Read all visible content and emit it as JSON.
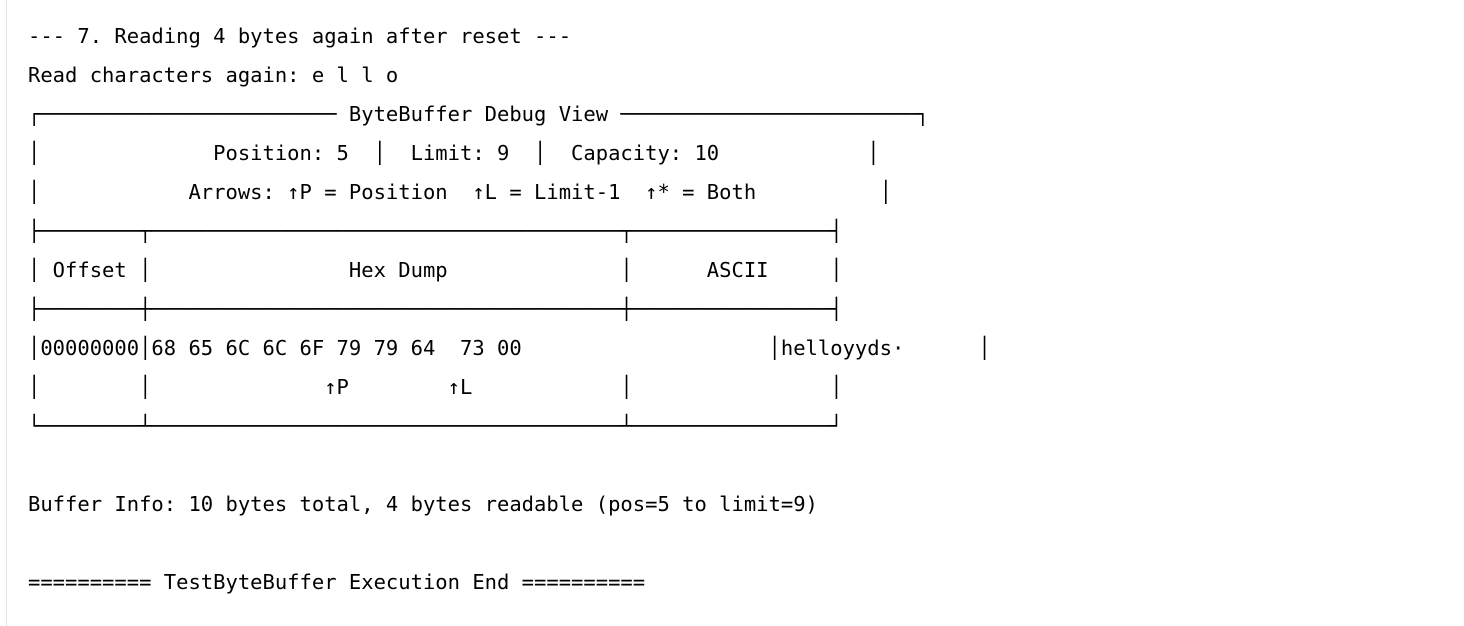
{
  "console": {
    "section_header": "--- 7. Reading 4 bytes again after reset ---",
    "read_result": "Read characters again: e l l o",
    "buffer_info": "Buffer Info: 10 bytes total, 4 bytes readable (pos=5 to limit=9)",
    "execution_end": "========== TestByteBuffer Execution End ==========",
    "colors": {
      "background": "#ffffff",
      "text": "#000000",
      "gutter_rule": "#e3e3e3"
    }
  },
  "debug_view": {
    "title": "ByteBuffer Debug View",
    "title_line": "┌──────────────────────── ByteBuffer Debug View ────────────────────────┐",
    "stats": {
      "line": "│              Position: 5  │  Limit: 9  │  Capacity: 10            │",
      "position_label": "Position:",
      "position_value": "5",
      "limit_label": "Limit:",
      "limit_value": "9",
      "capacity_label": "Capacity:",
      "capacity_value": "10"
    },
    "legend": {
      "line": "│            Arrows: ↑P = Position  ↑L = Limit-1  ↑* = Both          │",
      "prefix": "Arrows:",
      "entries": [
        {
          "symbol": "↑P",
          "meaning": "Position"
        },
        {
          "symbol": "↑L",
          "meaning": "Limit-1"
        },
        {
          "symbol": "↑*",
          "meaning": "Both"
        }
      ]
    },
    "separator_top": "├────────┬──────────────────────────────────────┬────────────────┤",
    "header_row": {
      "line": "│ Offset │                Hex Dump              │      ASCII     │",
      "columns": [
        "Offset",
        "Hex Dump",
        "ASCII"
      ]
    },
    "separator_mid": "├────────┼──────────────────────────────────────┼────────────────┤",
    "data_row": {
      "line": "│00000000│68 65 6C 6C 6F 79 79 64  73 00                    │helloyyds·      │",
      "offset": "00000000",
      "hex": "68 65 6C 6C 6F 79 79 64  73 00",
      "hex_bytes": [
        "68",
        "65",
        "6C",
        "6C",
        "6F",
        "79",
        "79",
        "64",
        "73",
        "00"
      ],
      "ascii": "helloyyds·"
    },
    "arrow_row": {
      "line": "│        │              ↑P        ↑L            │                │",
      "markers": [
        {
          "symbol": "↑P",
          "byte_index": 5
        },
        {
          "symbol": "↑L",
          "byte_index": 8
        }
      ]
    },
    "separator_bottom": "└────────┴──────────────────────────────────────┴────────────────┘"
  }
}
